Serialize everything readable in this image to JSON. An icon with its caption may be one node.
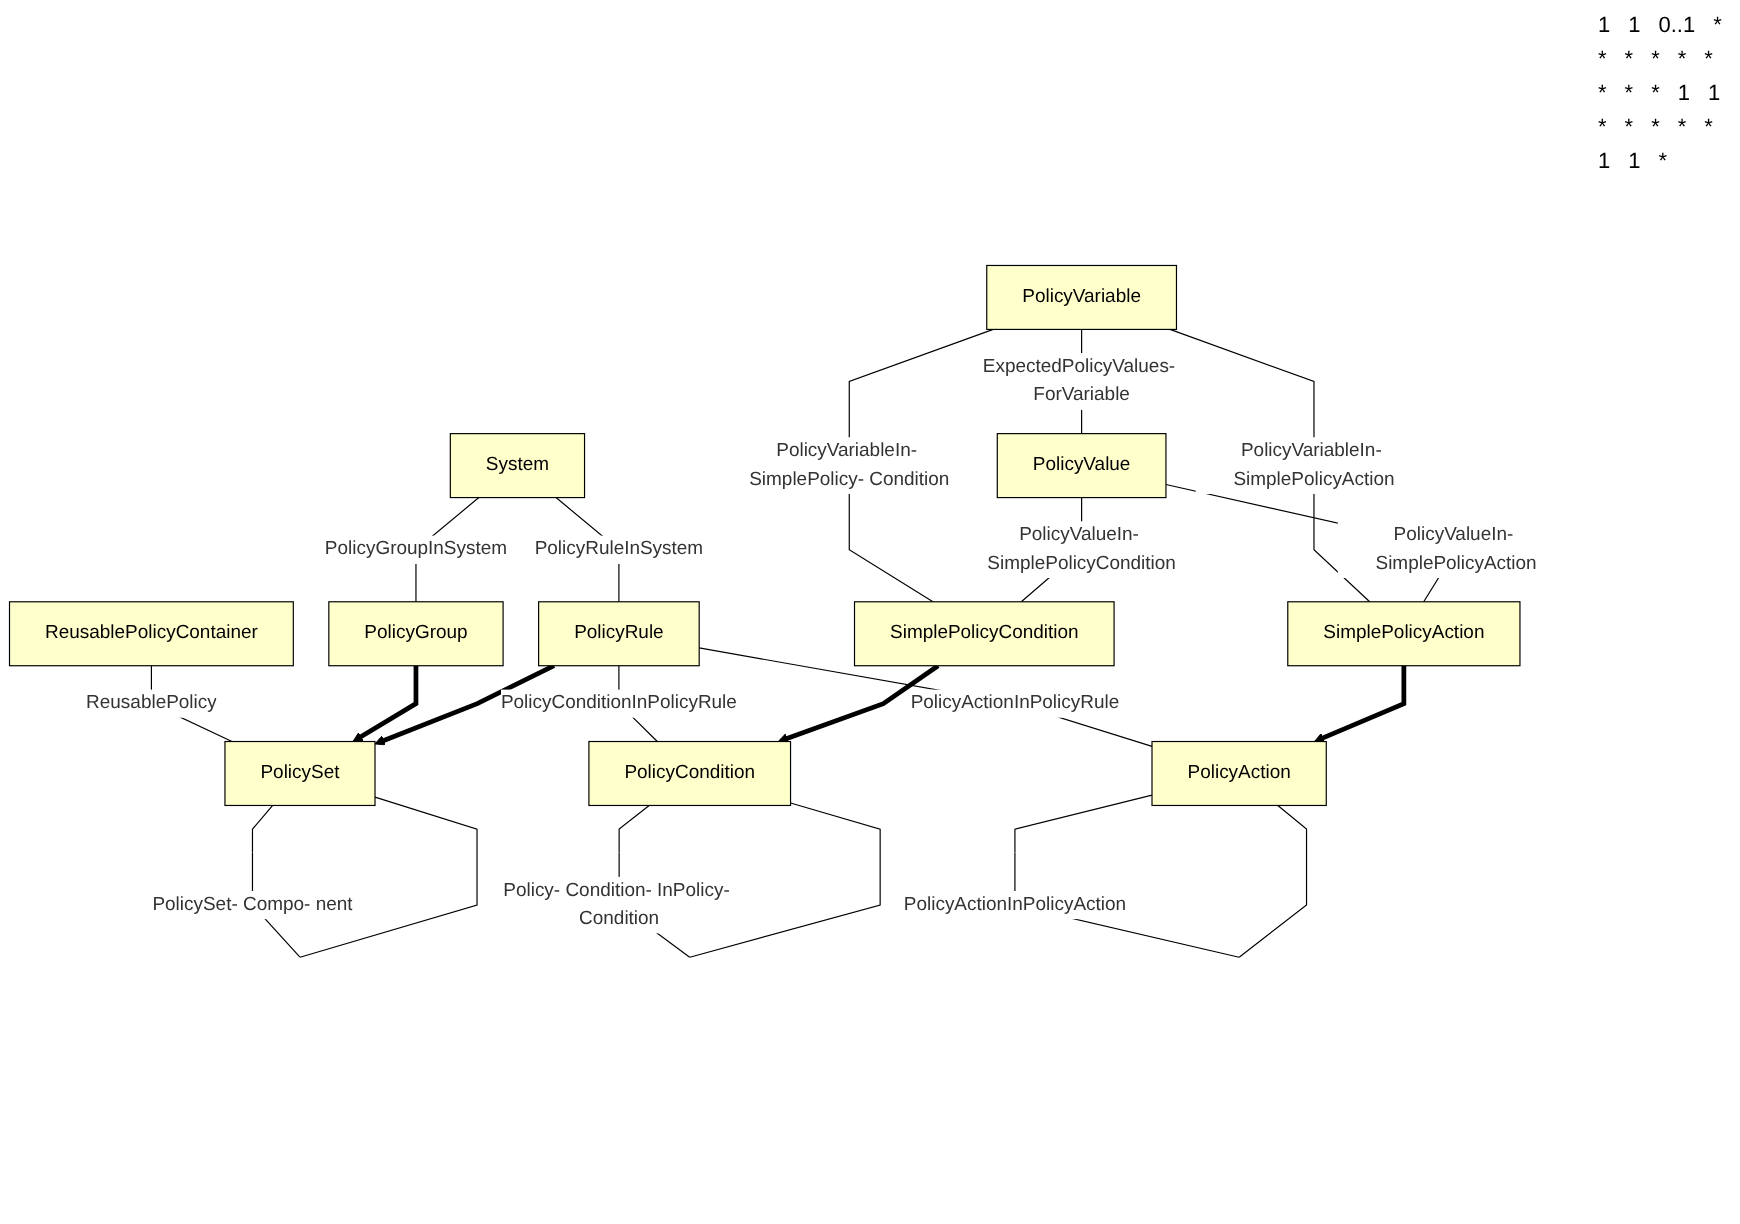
{
  "diagram": {
    "nodes": [
      {
        "text": [
          "System"
        ]
      },
      {
        "text": [
          "ReusablePolicyContainer"
        ]
      },
      {
        "text": [
          "PolicySet"
        ]
      },
      {
        "text": [
          "PolicyGroup"
        ]
      },
      {
        "text": [
          "PolicyRule"
        ]
      },
      {
        "text": [
          "PolicyAction"
        ]
      },
      {
        "text": [
          "PolicyCondition"
        ]
      },
      {
        "text": [
          "PolicyVariable"
        ]
      },
      {
        "text": [
          "SimplePolicyAction"
        ]
      },
      {
        "text": [
          "SimplePolicyCondition"
        ]
      },
      {
        "text": [
          "PolicyValue"
        ]
      }
    ],
    "edges": [
      {
        "from": 0,
        "to": 3,
        "arrow": "none",
        "label": "PolicyGroupInSystem"
      },
      {
        "from": 0,
        "to": 4,
        "arrow": "none",
        "label": "PolicyRuleInSystem"
      },
      {
        "from": 1,
        "to": 2,
        "arrow": "none",
        "label": "ReusablePolicy"
      },
      {
        "from": 2,
        "to": 2,
        "arrow": "none",
        "label": "PolicySet- Compo- nent"
      },
      {
        "from": 3,
        "to": 2,
        "arrow": "to",
        "style": "thick"
      },
      {
        "from": 4,
        "to": 2,
        "arrow": "to",
        "style": "thick"
      },
      {
        "from": 4,
        "to": 5,
        "arrow": "none",
        "label": "PolicyActionInPolicyRule"
      },
      {
        "from": 4,
        "to": 6,
        "arrow": "none",
        "label": "PolicyConditionInPolicyRule"
      },
      {
        "from": 5,
        "to": 5,
        "arrow": "none",
        "label": "PolicyActionInPolicyAction"
      },
      {
        "from": 6,
        "to": 6,
        "arrow": "none",
        "label": "Policy- Condition- InPolicy- Condition"
      },
      {
        "from": 8,
        "to": 5,
        "arrow": "to",
        "style": "thick"
      },
      {
        "from": 9,
        "to": 6,
        "arrow": "to",
        "style": "thick"
      },
      {
        "from": 7,
        "to": 9,
        "arrow": "none",
        "label": "PolicyVariableIn- SimplePolicy- Condition"
      },
      {
        "from": 7,
        "to": 8,
        "arrow": "none",
        "label": "PolicyVariableIn- SimplePolicyAction"
      },
      {
        "from": 7,
        "to": 10,
        "arrow": "none",
        "label": "ExpectedPolicyValues- ForVariable"
      },
      {
        "from": 10,
        "to": 8,
        "arrow": "none",
        "label": "PolicyValueIn- SimplePolicyAction"
      },
      {
        "from": 10,
        "to": 9,
        "arrow": "none",
        "label": "PolicyValueIn- SimplePolicyCondition"
      }
    ],
    "labels": [
      "1",
      "1",
      "0..1",
      "*",
      "*",
      "*",
      "*",
      "*",
      "*",
      "*",
      "*",
      "*",
      "1",
      "1",
      "*",
      "*",
      "*",
      "*",
      "*",
      "1",
      "1",
      "*"
    ]
  }
}
